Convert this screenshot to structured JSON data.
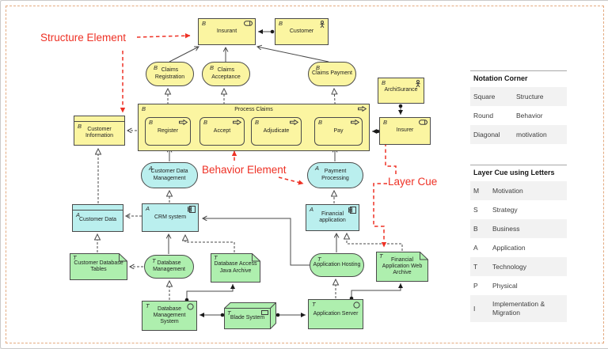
{
  "annotations": {
    "structure_element": "Structure Element",
    "behavior_element": "Behavior Element",
    "layer_cue": "Layer Cue"
  },
  "nodes": {
    "insurant": {
      "letter": "B",
      "label": "Insurant",
      "icon": "role-icon"
    },
    "customer": {
      "letter": "B",
      "label": "Customer",
      "icon": "actor-icon"
    },
    "claims_registration": {
      "letter": "B",
      "label": "Claims Registration"
    },
    "claims_acceptance": {
      "letter": "B",
      "label": "Claims Acceptance"
    },
    "claims_payment": {
      "letter": "B",
      "label": "Claims Payment"
    },
    "process_claims": {
      "letter": "B",
      "label": "Process Claims",
      "icon": "process-arrow-icon"
    },
    "register": {
      "letter": "B",
      "label": "Register",
      "icon": "process-arrow-icon"
    },
    "accept": {
      "letter": "B",
      "label": "Accept",
      "icon": "process-arrow-icon"
    },
    "adjudicate": {
      "letter": "B",
      "label": "Adjudicate",
      "icon": "process-arrow-icon"
    },
    "pay": {
      "letter": "B",
      "label": "Pay",
      "icon": "process-arrow-icon"
    },
    "customer_information": {
      "letter": "B",
      "label": "Customer Information"
    },
    "archisurance": {
      "letter": "B",
      "label": "ArchiSurance",
      "icon": "actor-icon"
    },
    "insurer": {
      "letter": "B",
      "label": "Insurer",
      "icon": "role-icon"
    },
    "customer_data_management": {
      "letter": "A",
      "label": "Customer Data Management"
    },
    "payment_processing": {
      "letter": "A",
      "label": "Payment Processing"
    },
    "customer_data": {
      "letter": "A",
      "label": "Customer Data"
    },
    "crm_system": {
      "letter": "A",
      "label": "CRM system",
      "icon": "component-icon"
    },
    "financial_application": {
      "letter": "A",
      "label": "Financial application",
      "icon": "component-icon"
    },
    "customer_database_tables": {
      "letter": "T",
      "label": "Customer Database Tables"
    },
    "database_management": {
      "letter": "T",
      "label": "Database Management"
    },
    "database_access_java_archive": {
      "letter": "T",
      "label": "Database Access Java Archive"
    },
    "application_hosting": {
      "letter": "T",
      "label": "Application Hosting"
    },
    "financial_application_web_archive": {
      "letter": "T",
      "label": "Financial Application Web Archive"
    },
    "dbms": {
      "letter": "T",
      "label": "Database Management System",
      "icon": "system-software-icon"
    },
    "blade_system": {
      "letter": "T",
      "label": "Blade System",
      "icon": "device-icon"
    },
    "application_server": {
      "letter": "T",
      "label": "Application Server",
      "icon": "system-software-icon"
    }
  },
  "legend": {
    "notation": {
      "title": "Notation Corner",
      "rows": [
        {
          "shape": "Square",
          "meaning": "Structure"
        },
        {
          "shape": "Round",
          "meaning": "Behavior"
        },
        {
          "shape": "Diagonal",
          "meaning": "motivation"
        }
      ]
    },
    "layer_cues": {
      "title": "Layer Cue using Letters",
      "rows": [
        {
          "letter": "M",
          "layer": "Motivation"
        },
        {
          "letter": "S",
          "layer": "Strategy"
        },
        {
          "letter": "B",
          "layer": "Business"
        },
        {
          "letter": "A",
          "layer": "Application"
        },
        {
          "letter": "T",
          "layer": "Technology"
        },
        {
          "letter": "P",
          "layer": "Physical"
        },
        {
          "letter": "I",
          "layer": "Implementation & Migration"
        }
      ]
    }
  },
  "colors": {
    "business": "#fbf5a1",
    "application": "#baefee",
    "technology": "#aeefae",
    "annotation_red": "#ee3125"
  }
}
